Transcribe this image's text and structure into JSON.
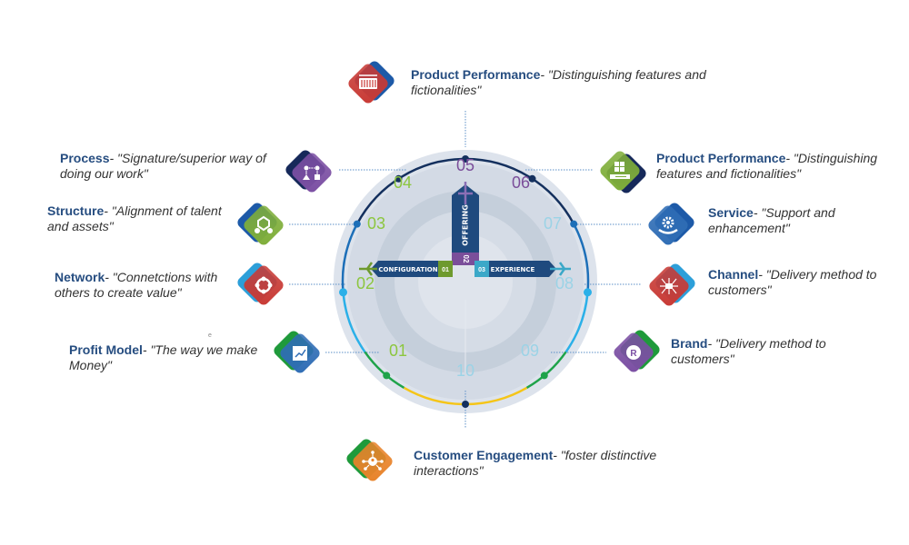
{
  "diagram": {
    "hub_arms": [
      {
        "number": "01",
        "label": "CONFIGURATION",
        "color": "#6e9a2e"
      },
      {
        "number": "02",
        "label": "OFFERING",
        "color": "#7b4e9a"
      },
      {
        "number": "03",
        "label": "EXPERIENCE",
        "color": "#3ba8c8"
      }
    ],
    "arm_body_color": "#1f4a7e",
    "dial_numbers": [
      {
        "n": "01",
        "color": "#8cc63f"
      },
      {
        "n": "02",
        "color": "#8cc63f"
      },
      {
        "n": "03",
        "color": "#8cc63f"
      },
      {
        "n": "04",
        "color": "#8cc63f"
      },
      {
        "n": "05",
        "color": "#7b4e9a"
      },
      {
        "n": "06",
        "color": "#7b4e9a"
      },
      {
        "n": "07",
        "color": "#9bd3e6"
      },
      {
        "n": "08",
        "color": "#9bd3e6"
      },
      {
        "n": "09",
        "color": "#9bd3e6"
      },
      {
        "n": "10",
        "color": "#9bd3e6"
      }
    ],
    "items": [
      {
        "id": "product-performance-top",
        "title": "Product Performance",
        "desc": "- \"Distinguishing features and fictionalities\"",
        "icon": "barcode-icon",
        "tile_color": "#c83a35",
        "back_color": "#1d5aa8"
      },
      {
        "id": "process",
        "title": "Process",
        "desc": "- \"Signature/superior way of doing our work\"",
        "icon": "flowchart-icon",
        "tile_color": "#7b4fa3",
        "back_color": "#16295a"
      },
      {
        "id": "structure",
        "title": "Structure",
        "desc": "- \"Alignment of talent and assets\"",
        "icon": "recycle-cubes-icon",
        "tile_color": "#7fae3a",
        "back_color": "#1d5aa8"
      },
      {
        "id": "network",
        "title": "Network",
        "desc": "- \"Connetctions with others to create value\"",
        "icon": "network-loop-icon",
        "tile_color": "#c83a35",
        "back_color": "#2d9fd9"
      },
      {
        "id": "profit-model",
        "title": "Profit Model",
        "desc": "- \"The way we make Money\"",
        "icon": "chart-trend-icon",
        "tile_color": "#2f6db5",
        "back_color": "#1f9a3b"
      },
      {
        "id": "product-performance-right",
        "title": "Product Performance",
        "desc": "- \"Distinguishing features and fictionalities\"",
        "icon": "server-windows-icon",
        "tile_color": "#7fae3a",
        "back_color": "#16295a"
      },
      {
        "id": "service",
        "title": "Service",
        "desc": "- \"Support and enhancement\"",
        "icon": "gear-hand-icon",
        "tile_color": "#2f6db5",
        "back_color": "#1d5aa8"
      },
      {
        "id": "channel",
        "title": "Channel",
        "desc": "- \"Delivery method to customers\"",
        "icon": "distribution-icon",
        "tile_color": "#c83a35",
        "back_color": "#2d9fd9"
      },
      {
        "id": "brand",
        "title": "Brand",
        "desc": "- \"Delivery method to customers\"",
        "icon": "registered-icon",
        "tile_color": "#7b4fa3",
        "back_color": "#1f9a3b"
      },
      {
        "id": "customer-engagement",
        "title": "Customer Engagement",
        "desc": "- \"foster distinctive interactions\"",
        "icon": "user-network-icon",
        "tile_color": "#e8832a",
        "back_color": "#1f9a3b"
      }
    ],
    "ring_colors": {
      "navy": "#14305e",
      "blue": "#1d6fb8",
      "cyan": "#2bb0e8",
      "green": "#1fa34a",
      "yellow": "#f5c518"
    },
    "stray_mark": "e"
  }
}
